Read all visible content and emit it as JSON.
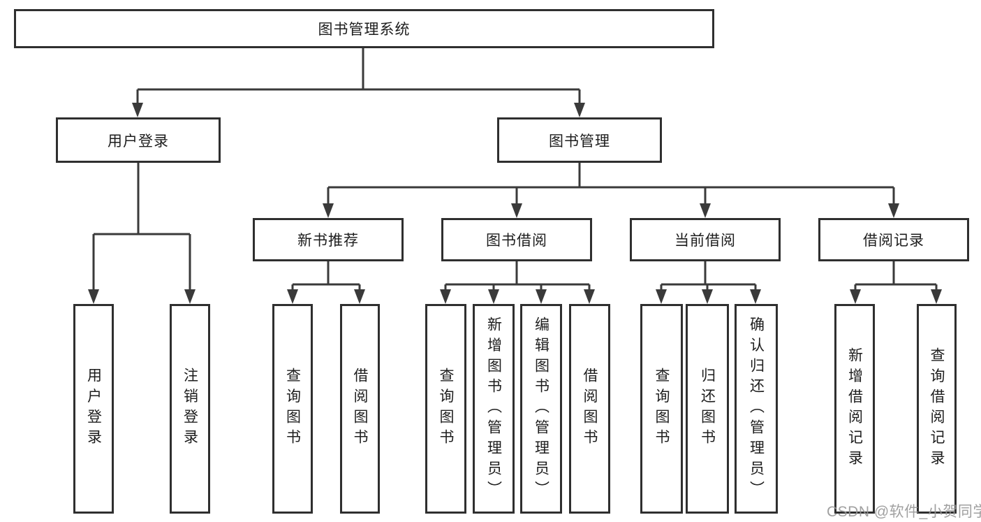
{
  "nodes": {
    "root": {
      "label": "图书管理系统"
    },
    "user_login": {
      "label": "用户登录"
    },
    "book_mgmt": {
      "label": "图书管理"
    },
    "new_book_rec": {
      "label": "新书推荐"
    },
    "book_borrow": {
      "label": "图书借阅"
    },
    "current_borrow": {
      "label": "当前借阅"
    },
    "borrow_record": {
      "label": "借阅记录"
    }
  },
  "leaves": [
    {
      "label": "用户登录"
    },
    {
      "label": "注销登录"
    },
    {
      "label": "查询图书"
    },
    {
      "label": "借阅图书"
    },
    {
      "label": "查询图书"
    },
    {
      "label": "新增图书（管理员）"
    },
    {
      "label": "编辑图书（管理员）"
    },
    {
      "label": "借阅图书"
    },
    {
      "label": "查询图书"
    },
    {
      "label": "归还图书"
    },
    {
      "label": "确认归还（管理员）"
    },
    {
      "label": "新增借阅记录"
    },
    {
      "label": "查询借阅记录"
    }
  ],
  "watermark": {
    "text": "CSDN @软件_小贺同学"
  },
  "colors": {
    "line": "#3a3a3a",
    "border": "#2f2f2f",
    "text": "#1d1d1d",
    "watermark": "#969696",
    "background": "#ffffff"
  }
}
